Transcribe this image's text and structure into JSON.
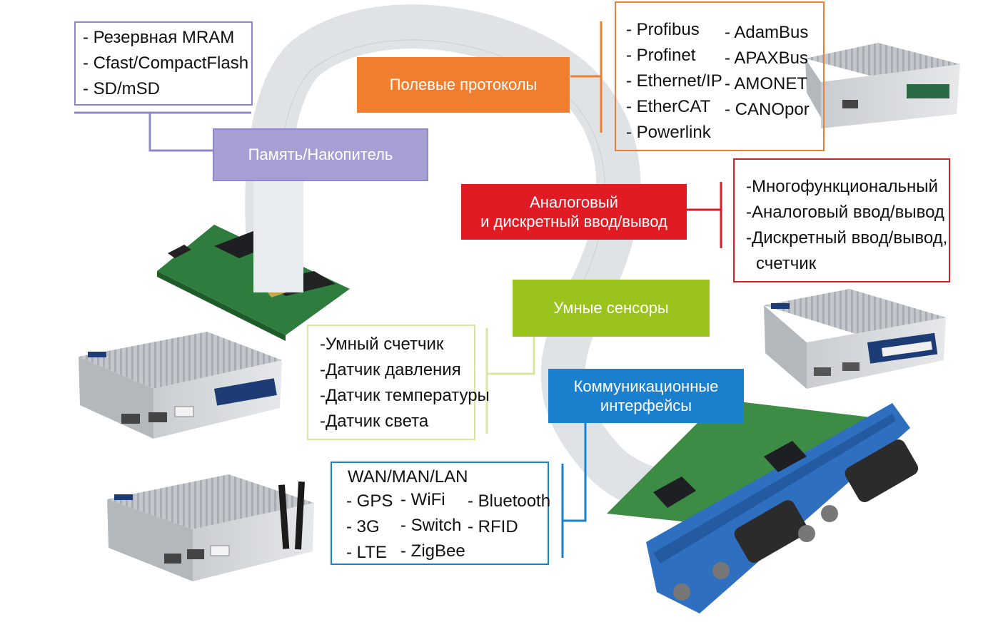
{
  "colors": {
    "storage": "#8e87c9",
    "fieldbus": "#f07e2e",
    "analog": "#e01b24",
    "sensors": "#9bc31d",
    "comm": "#1a7fcd",
    "sensors_box": "#d8e7a0"
  },
  "storage": {
    "label": "Память/Накопитель",
    "items": [
      "- Резервная MRAM",
      "- Cfast/CompactFlash",
      "- SD/mSD"
    ]
  },
  "fieldbus": {
    "label": "Полевые протоколы",
    "col1": [
      "- Profibus",
      "- Profinet",
      "- Ethernet/IP",
      "- EtherCAT",
      "- Powerlink"
    ],
    "col2": [
      "- AdamBus",
      "- APAXBus",
      "- AMONET",
      "- CANOpor"
    ]
  },
  "analog": {
    "label_line1": "Аналоговый",
    "label_line2": "и дискретный ввод/вывод",
    "items": [
      "-Многофункциональный",
      "-Аналоговый ввод/вывод",
      "-Дискретный ввод/вывод,",
      "счетчик"
    ]
  },
  "sensors": {
    "label": "Умные сенсоры",
    "items": [
      "-Умный счетчик",
      "-Датчик давления",
      "-Датчик температуры",
      "-Датчик света"
    ]
  },
  "comm": {
    "label_line1": "Коммуникационные",
    "label_line2": "интерфейсы",
    "header": "WAN/MAN/LAN",
    "col1": [
      "- GPS",
      "- 3G",
      "- LTE"
    ],
    "col2": [
      "- WiFi",
      "- Switch",
      "- ZigBee"
    ],
    "col3": [
      "- Bluetooth",
      "- RFID"
    ]
  }
}
